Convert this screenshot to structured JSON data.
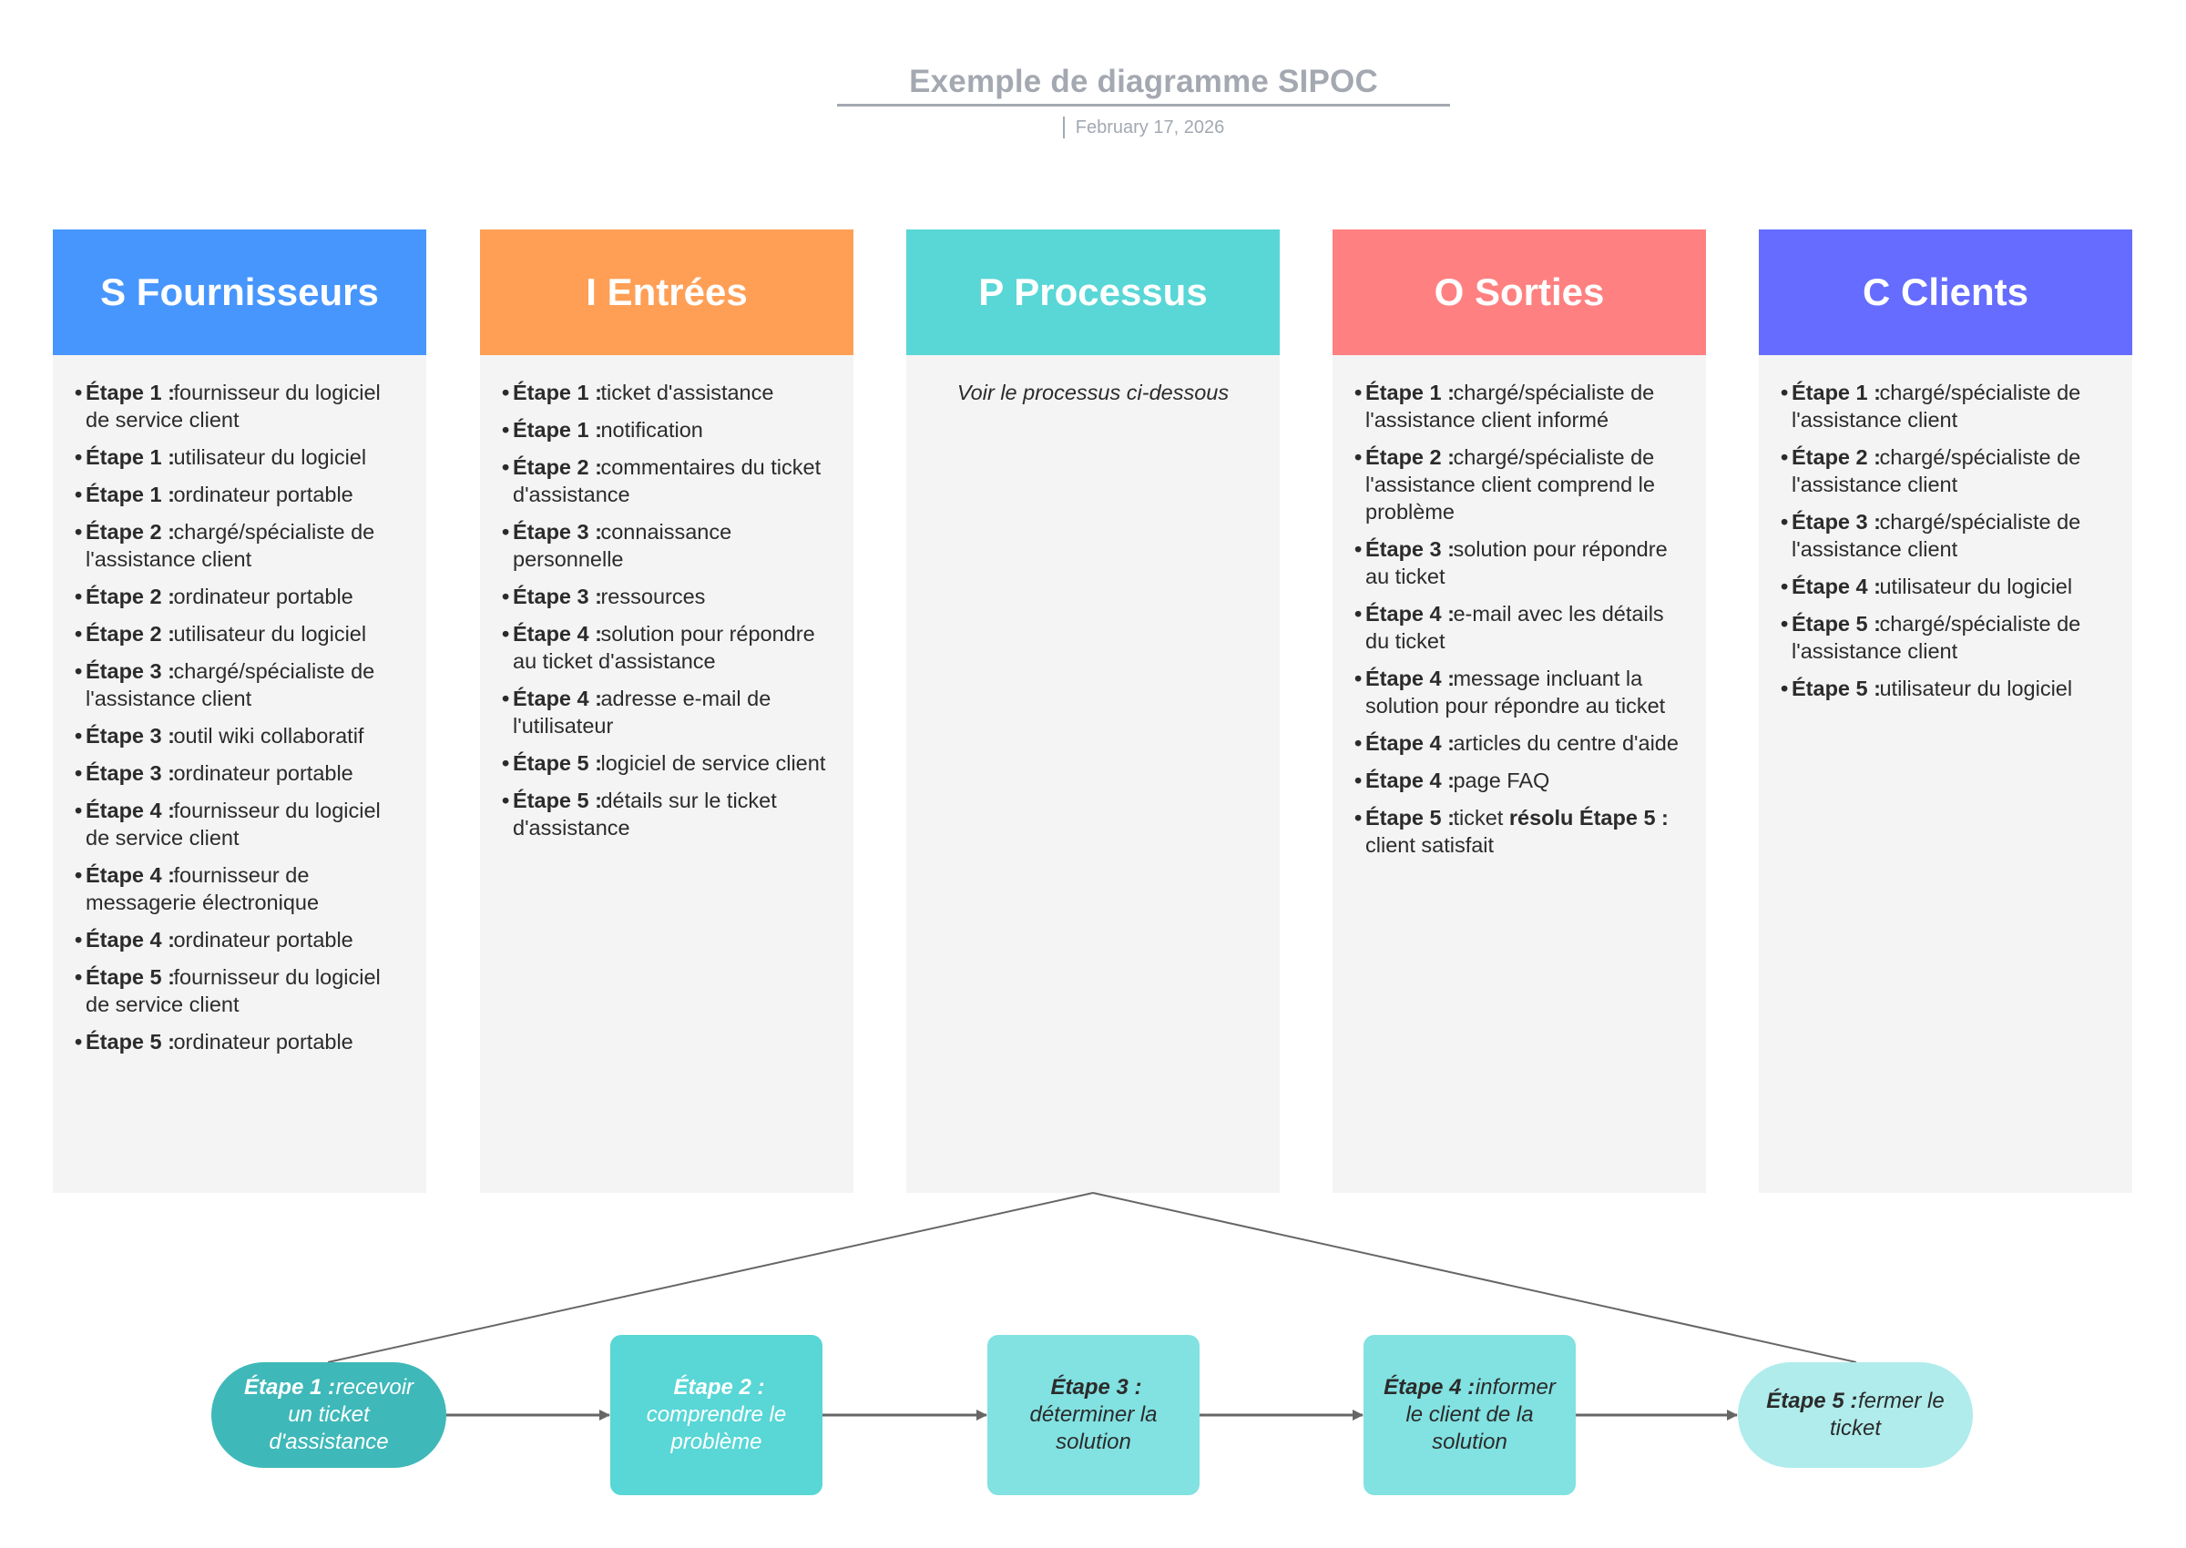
{
  "header": {
    "title": "Exemple de diagramme SIPOC",
    "date": "February 17, 2026"
  },
  "columns": [
    {
      "id": "suppliers",
      "title": "S Fournisseurs",
      "color": "#4796fd",
      "items": [
        {
          "step": "Étape 1 :",
          "text": "fournisseur du logiciel de service client"
        },
        {
          "step": "Étape 1 :",
          "text": "utilisateur du logiciel"
        },
        {
          "step": "Étape 1 :",
          "text": "ordinateur portable"
        },
        {
          "step": "Étape 2 :",
          "text": "chargé/spécialiste de l'assistance client"
        },
        {
          "step": "Étape 2 :",
          "text": "ordinateur portable"
        },
        {
          "step": "Étape 2 :",
          "text": "utilisateur du logiciel"
        },
        {
          "step": "Étape 3 :",
          "text": "chargé/spécialiste de l'assistance client"
        },
        {
          "step": "Étape 3 :",
          "text": "outil wiki collaboratif"
        },
        {
          "step": "Étape 3 :",
          "text": "ordinateur portable"
        },
        {
          "step": "Étape 4 :",
          "text": "fournisseur du logiciel de service client"
        },
        {
          "step": "Étape 4 :",
          "text": "fournisseur de messagerie électronique"
        },
        {
          "step": "Étape 4 :",
          "text": "ordinateur portable"
        },
        {
          "step": "Étape 5 :",
          "text": "fournisseur du logiciel de service client"
        },
        {
          "step": "Étape 5 :",
          "text": "ordinateur portable"
        }
      ]
    },
    {
      "id": "inputs",
      "title": "I Entrées",
      "color": "#ff9f55",
      "items": [
        {
          "step": "Étape 1 :",
          "text": "ticket d'assistance"
        },
        {
          "step": "Étape 1 :",
          "text": "notification"
        },
        {
          "step": "Étape 2 :",
          "text": "commentaires du ticket d'assistance"
        },
        {
          "step": "Étape 3 :",
          "text": "connaissance personnelle"
        },
        {
          "step": "Étape 3 :",
          "text": "ressources"
        },
        {
          "step": "Étape 4 :",
          "text": "solution pour répondre au ticket d'assistance"
        },
        {
          "step": "Étape 4 :",
          "text": "adresse e-mail de l'utilisateur"
        },
        {
          "step": "Étape 5 :",
          "text": "logiciel de service client"
        },
        {
          "step": "Étape 5 :",
          "text": "détails sur le ticket d'assistance"
        }
      ]
    },
    {
      "id": "process",
      "title": "P Processus",
      "color": "#59d6d6",
      "note": "Voir le processus ci-dessous"
    },
    {
      "id": "outputs",
      "title": "O Sorties",
      "color": "#ff8080",
      "items": [
        {
          "step": "Étape 1 :",
          "text": "chargé/spécialiste de l'assistance client informé"
        },
        {
          "step": "Étape 2 :",
          "text": "chargé/spécialiste de l'assistance client comprend le problème"
        },
        {
          "step": "Étape 3 :",
          "text": "solution pour répondre au ticket"
        },
        {
          "step": "Étape 4 :",
          "text": "e-mail avec les détails du ticket"
        },
        {
          "step": "Étape 4 :",
          "text": "message incluant la solution pour répondre au ticket"
        },
        {
          "step": "Étape 4 :",
          "text": "articles du centre d'aide"
        },
        {
          "step": "Étape 4 :",
          "text": "page FAQ"
        },
        {
          "step": "Étape 5 :",
          "text": "ticket ",
          "bold_tail": "résolu Étape 5 :",
          "tail": " client satisfait"
        }
      ]
    },
    {
      "id": "customers",
      "title": "C Clients",
      "color": "#656cff",
      "items": [
        {
          "step": "Étape 1 :",
          "text": "chargé/spécialiste de l'assistance client"
        },
        {
          "step": "Étape 2 :",
          "text": "chargé/spécialiste de l'assistance client"
        },
        {
          "step": "Étape 3 :",
          "text": "chargé/spécialiste de l'assistance client"
        },
        {
          "step": "Étape 4 :",
          "text": "utilisateur du logiciel"
        },
        {
          "step": "Étape 5 :",
          "text": "chargé/spécialiste de l'assistance client"
        },
        {
          "step": "Étape 5 :",
          "text": "utilisateur du logiciel"
        }
      ]
    }
  ],
  "process_flow": {
    "steps": [
      {
        "step": "Étape 1 :",
        "text": "recevoir un ticket d'assistance",
        "shape": "pill",
        "fill": "#3fb8b9",
        "text_color": "#ffffff"
      },
      {
        "step": "Étape 2 :",
        "text": "comprendre le problème",
        "shape": "box",
        "fill": "#59d6d6",
        "text_color": "#ffffff"
      },
      {
        "step": "Étape 3 :",
        "text": "déterminer la solution",
        "shape": "box",
        "fill": "#82e1e1",
        "text_color": "#2b2b2b"
      },
      {
        "step": "Étape 4 :",
        "text": "informer le client de la solution",
        "shape": "box",
        "fill": "#82e1e1",
        "text_color": "#2b2b2b"
      },
      {
        "step": "Étape 5 :",
        "text": "fermer le ticket",
        "shape": "pill",
        "fill": "#b0ecec",
        "text_color": "#2b2b2b"
      }
    ],
    "connector_color": "#666666"
  }
}
